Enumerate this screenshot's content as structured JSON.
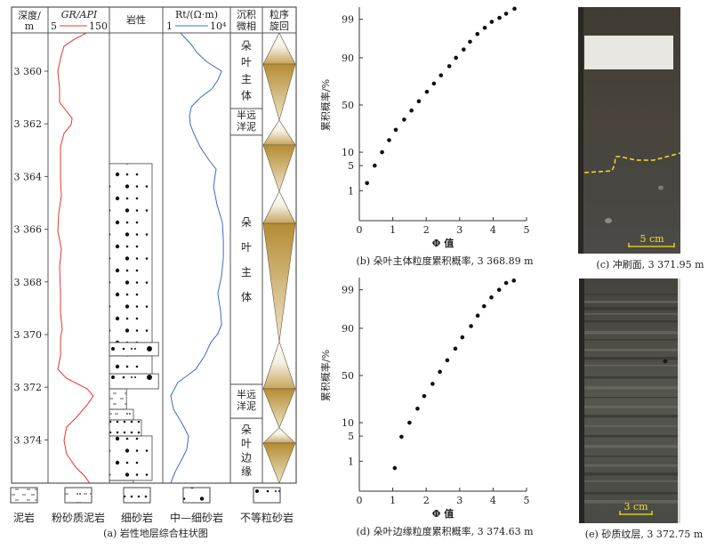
{
  "panel_a": {
    "header": {
      "depth": [
        "深度/",
        "m"
      ],
      "gr_title": "GR/API",
      "gr_min": "5",
      "gr_max": "150",
      "lithology": "岩性",
      "rt_title": "Rt/(Ω·m)",
      "rt_min": "1",
      "rt_max": "10⁴",
      "facies": [
        "沉积",
        "微相"
      ],
      "cycle": [
        "粒序",
        "旋回"
      ]
    },
    "depth_ticks": [
      "3 360",
      "3 362",
      "3 364",
      "3 366",
      "3 368",
      "3 370",
      "3 372",
      "3 374"
    ],
    "depth_tick_values": [
      3360,
      3362,
      3364,
      3366,
      3368,
      3370,
      3372,
      3374
    ],
    "depth_range": [
      3358.55,
      3375.64
    ],
    "gr_range": [
      5,
      150
    ],
    "gr_curve": {
      "depth": [
        3358.55,
        3358.82,
        3359.05,
        3359.39,
        3360,
        3360.68,
        3361.18,
        3361.52,
        3361.79,
        3362.03,
        3362.36,
        3362.87,
        3363.38,
        3364.05,
        3364.73,
        3365.41,
        3366.08,
        3366.76,
        3367.43,
        3368.45,
        3369.12,
        3369.8,
        3370.14,
        3370.81,
        3371.32,
        3371.66,
        3372.06,
        3372.33,
        3372.67,
        3373.18,
        3373.51,
        3374.02,
        3374.53,
        3375.03,
        3375.37,
        3375.64
      ],
      "value": [
        96.5,
        63,
        40.7,
        34,
        25,
        29.5,
        29.5,
        47,
        61,
        58.5,
        40.7,
        31.8,
        31.8,
        31.8,
        34,
        27.3,
        25,
        34,
        29.5,
        31.8,
        31.8,
        36,
        31.8,
        31.8,
        25,
        47,
        98.7,
        114,
        98.7,
        69.7,
        47,
        40.7,
        47,
        69.7,
        92,
        105
      ]
    },
    "rt_log_range": [
      0,
      4
    ],
    "rt_curve": {
      "depth": [
        3358.55,
        3358.99,
        3359.32,
        3359.66,
        3360,
        3360.34,
        3360.68,
        3361.01,
        3361.35,
        3361.69,
        3362.03,
        3362.36,
        3362.87,
        3363.38,
        3363.72,
        3363.89,
        3364.39,
        3365.07,
        3365.74,
        3366.42,
        3367.09,
        3367.77,
        3368.45,
        3369.12,
        3369.63,
        3369.97,
        3370.3,
        3370.81,
        3371.32,
        3371.82,
        3372.33,
        3372.84,
        3373.34,
        3373.85,
        3374.36,
        3374.7,
        3375.2,
        3375.64
      ],
      "log10_value": [
        1.0,
        1.67,
        2.06,
        2.67,
        3.56,
        3.33,
        2.94,
        2.22,
        1.67,
        1.56,
        1.61,
        1.83,
        2.22,
        2.78,
        3.22,
        3.17,
        3.06,
        3.28,
        3.61,
        3.67,
        3.67,
        3.56,
        3.33,
        3.5,
        3.56,
        3.33,
        2.89,
        2.5,
        1.94,
        0.83,
        0.39,
        0.56,
        1.06,
        1.5,
        1.39,
        1.11,
        0.67,
        0.39
      ]
    },
    "lithology_layers": [
      {
        "top": 3363.51,
        "bottom": 3370.3,
        "type": "medium_fine",
        "width_class": 0.8
      },
      {
        "top": 3370.3,
        "bottom": 3370.81,
        "type": "unequal",
        "width_class": 0.92
      },
      {
        "top": 3370.81,
        "bottom": 3371.49,
        "type": "medium_fine",
        "width_class": 0.8
      },
      {
        "top": 3371.49,
        "bottom": 3372.06,
        "type": "unequal",
        "width_class": 0.92
      },
      {
        "top": 3372.06,
        "bottom": 3372.84,
        "type": "mud",
        "width_class": 0.32
      },
      {
        "top": 3372.84,
        "bottom": 3373.24,
        "type": "silty_mud",
        "width_class": 0.45
      },
      {
        "top": 3373.24,
        "bottom": 3373.85,
        "type": "fine",
        "width_class": 0.6
      },
      {
        "top": 3373.85,
        "bottom": 3375.54,
        "type": "medium_fine",
        "width_class": 0.8
      },
      {
        "top": 3375.54,
        "bottom": 3375.64,
        "type": "silty_mud",
        "width_class": 0.45
      }
    ],
    "facies": [
      {
        "top": 3358.55,
        "bottom": 3361.42,
        "label": "朵叶主体"
      },
      {
        "top": 3361.42,
        "bottom": 3362.43,
        "label": "半远洋泥"
      },
      {
        "top": 3362.43,
        "bottom": 3371.89,
        "label": "朵叶主体"
      },
      {
        "top": 3371.89,
        "bottom": 3373.18,
        "label": "半远洋泥"
      },
      {
        "top": 3373.18,
        "bottom": 3375.64,
        "label": "朵叶边缘"
      }
    ],
    "cycles": [
      {
        "top": 3358.55,
        "mid": 3359.73,
        "bottom": 3361.86
      },
      {
        "top": 3361.86,
        "mid": 3362.8,
        "bottom": 3364.56
      },
      {
        "top": 3364.56,
        "mid": 3365.78,
        "bottom": 3370.27
      },
      {
        "top": 3370.27,
        "mid": 3372.06,
        "bottom": 3373.54
      },
      {
        "top": 3373.54,
        "mid": 3374.12,
        "bottom": 3375.64
      }
    ],
    "legend": [
      {
        "type": "mud",
        "label": "泥岩"
      },
      {
        "type": "silty_mud",
        "label": "粉砂质泥岩"
      },
      {
        "type": "fine",
        "label": "细砂岩"
      },
      {
        "type": "medium_fine",
        "label": "中—细砂岩"
      },
      {
        "type": "unequal",
        "label": "不等粒砂岩"
      }
    ],
    "caption": "(a) 岩性地层综合柱状图",
    "colors": {
      "gr": "#e8342f",
      "rt": "#3a6cc4",
      "cycle_gold": "#b8923a",
      "cycle_light": "#f4efe2"
    }
  },
  "chart_data": [
    {
      "type": "scatter",
      "title": "(b) 朵叶主体粒度累积概率, 3 368.89 m",
      "xlabel": "Φ 值",
      "ylabel": "累积概率/%",
      "xlim": [
        0,
        5
      ],
      "x_ticks": [
        "0",
        "1",
        "2",
        "3",
        "4",
        "5"
      ],
      "y_scale": "probability",
      "ylim": [
        0.08,
        99.6
      ],
      "y_ticks": [
        "1",
        "5",
        "10",
        "50",
        "90",
        "99"
      ],
      "x": [
        0.23,
        0.46,
        0.68,
        0.89,
        1.09,
        1.34,
        1.56,
        1.78,
        2.02,
        2.23,
        2.44,
        2.69,
        2.89,
        3.12,
        3.31,
        3.53,
        3.75,
        3.96,
        4.19,
        4.39,
        4.64
      ],
      "y": [
        1.7,
        5,
        10,
        17,
        25,
        34.6,
        44,
        54,
        64,
        72,
        79,
        85.4,
        90,
        93.4,
        95.7,
        97.3,
        98.2,
        98.8,
        99.1,
        99.34,
        99.55
      ]
    },
    {
      "type": "scatter",
      "title": "(d) 朵叶边缘粒度累积概率, 3 374.63 m",
      "xlabel": "Φ 值",
      "ylabel": "累积概率/%",
      "xlim": [
        0,
        5
      ],
      "x_ticks": [
        "0",
        "1",
        "2",
        "3",
        "4",
        "5"
      ],
      "y_scale": "probability",
      "ylim": [
        0.08,
        99.6
      ],
      "y_ticks": [
        "1",
        "5",
        "10",
        "50",
        "90",
        "99"
      ],
      "x": [
        1.06,
        1.26,
        1.5,
        1.74,
        1.94,
        2.19,
        2.41,
        2.63,
        2.87,
        3.08,
        3.34,
        3.54,
        3.73,
        3.95,
        4.18,
        4.39,
        4.62
      ],
      "y": [
        0.6,
        4.8,
        10,
        18.4,
        28.8,
        41,
        54,
        66,
        76.7,
        85,
        91,
        94.8,
        97,
        98.3,
        99,
        99.4,
        99.5
      ]
    }
  ],
  "photo_c": {
    "scale_label": "5 cm",
    "caption": "(c) 冲刷面, 3 371.95 m",
    "line_color": "#f2e21a"
  },
  "photo_e": {
    "scale_label": "3 cm",
    "caption": "(e) 砂质纹层, 3 372.75 m"
  }
}
